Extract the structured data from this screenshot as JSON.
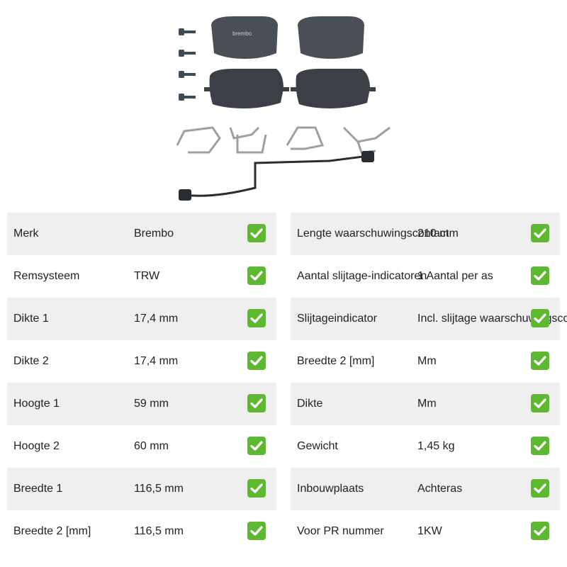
{
  "image": {
    "alt": "",
    "brand_mark": "brembo"
  },
  "colors": {
    "row_shaded": "#efefef",
    "check_green": "#5fb832",
    "text": "#222222"
  },
  "icons": {
    "check": "check-mark-icon"
  },
  "specs_left": [
    {
      "label": "Merk",
      "value": "Brembo",
      "check": true
    },
    {
      "label": "Remsysteem",
      "value": "TRW",
      "check": true
    },
    {
      "label": "Dikte 1",
      "value": "17,4 mm",
      "check": true
    },
    {
      "label": "Dikte 2",
      "value": "17,4 mm",
      "check": true
    },
    {
      "label": "Hoogte 1",
      "value": "59 mm",
      "check": true
    },
    {
      "label": "Hoogte 2",
      "value": "60 mm",
      "check": true
    },
    {
      "label": "Breedte 1",
      "value": "116,5 mm",
      "check": true
    },
    {
      "label": "Breedte 2 [mm]",
      "value": "116,5 mm",
      "check": true
    }
  ],
  "specs_right": [
    {
      "label": "Lengte waarschuwingscontact",
      "value": "210 mm",
      "check": true
    },
    {
      "label": "Aantal slijtage-indicatoren",
      "value": "1 Aantal per as",
      "check": true
    },
    {
      "label": "Slijtageindicator",
      "value": "Incl. slijtage waarschuwingscontact",
      "check": true
    },
    {
      "label": "Breedte 2 [mm]",
      "value": "Mm",
      "check": true
    },
    {
      "label": "Dikte",
      "value": "Mm",
      "check": true
    },
    {
      "label": "Gewicht",
      "value": "1,45 kg",
      "check": true
    },
    {
      "label": "Inbouwplaats",
      "value": "Achteras",
      "check": true
    },
    {
      "label": "Voor PR nummer",
      "value": "1KW",
      "check": true
    }
  ]
}
